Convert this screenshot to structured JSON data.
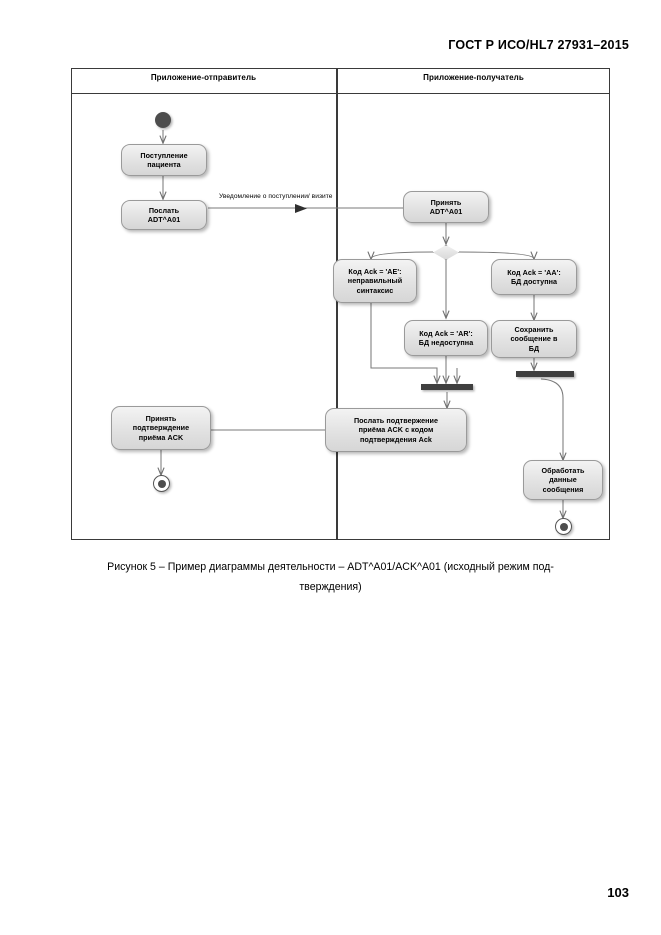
{
  "document": {
    "header": "ГОСТ Р ИСО/HL7 27931–2015",
    "page_number": "103"
  },
  "figure": {
    "caption_line1": "Рисунок 5 – Пример диаграммы деятельности – ADT^A01/ACK^A01  (исходный режим под-",
    "caption_line2": "тверждения)",
    "lanes": [
      {
        "title": "Приложение-отправитель"
      },
      {
        "title": "Приложение-получатель"
      }
    ],
    "edge_labels": [
      {
        "text": "Уведомление о поступлении/ визите"
      }
    ],
    "nodes": [
      {
        "id": "start",
        "type": "initial",
        "label": ""
      },
      {
        "id": "patient_admission",
        "type": "activity",
        "label": "Поступление\nпациента"
      },
      {
        "id": "send_adt",
        "type": "activity",
        "label": "Послать\nADT^A01"
      },
      {
        "id": "receive_adt",
        "type": "activity",
        "label": "Принять\nADT^A01"
      },
      {
        "id": "decision",
        "type": "decision",
        "label": ""
      },
      {
        "id": "ack_ae",
        "type": "activity",
        "label": "Код Ack = 'AE':\nнеправильный\nсинтаксис"
      },
      {
        "id": "ack_aa",
        "type": "activity",
        "label": "Код Ack = 'AA':\nБД доступна"
      },
      {
        "id": "ack_ar",
        "type": "activity",
        "label": "Код Ack = 'AR':\nБД недоступна"
      },
      {
        "id": "save_message",
        "type": "activity",
        "label": "Сохранить\nсообщение в\nБД"
      },
      {
        "id": "fork_bar",
        "type": "bar",
        "label": ""
      },
      {
        "id": "join_bar",
        "type": "bar",
        "label": ""
      },
      {
        "id": "send_ack",
        "type": "activity",
        "label": "Послать подтвержение\nприёма ACK с кодом\nподтверждения Ack"
      },
      {
        "id": "process_data",
        "type": "activity",
        "label": "Обработать\nданные\nсообщения"
      },
      {
        "id": "receive_ack",
        "type": "activity",
        "label": "Принять\nподтверждение\nприёма ACK"
      },
      {
        "id": "end_sender",
        "type": "final",
        "label": ""
      },
      {
        "id": "end_receiver",
        "type": "final",
        "label": ""
      }
    ]
  },
  "colors": {
    "node_border": "#9a9a9a",
    "node_fill": "#e4e4e4",
    "line": "#777777",
    "frame": "#3a3a3a",
    "bar": "#3f3f3f"
  }
}
